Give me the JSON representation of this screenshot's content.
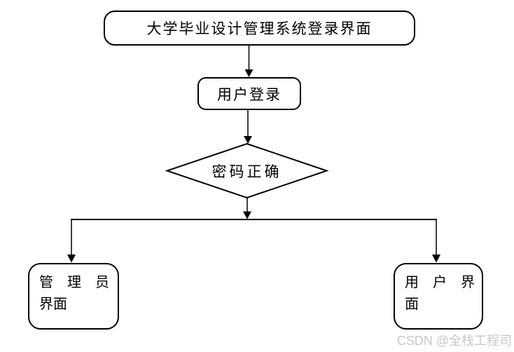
{
  "flowchart": {
    "stroke_color": "#000000",
    "node_fill": "#ffffff",
    "nodes": {
      "login_screen": {
        "label": "大学毕业设计管理系统登录界面"
      },
      "user_login": {
        "label": "用户登录"
      },
      "password_check": {
        "label": "密码正确"
      },
      "admin_interface": {
        "lines": [
          "管　理　员",
          "界面"
        ]
      },
      "user_interface": {
        "lines": [
          "用　户　界",
          "面"
        ]
      }
    }
  },
  "watermark": {
    "text": "CSDN @全栈工程司",
    "color": "#c8c8c8"
  }
}
